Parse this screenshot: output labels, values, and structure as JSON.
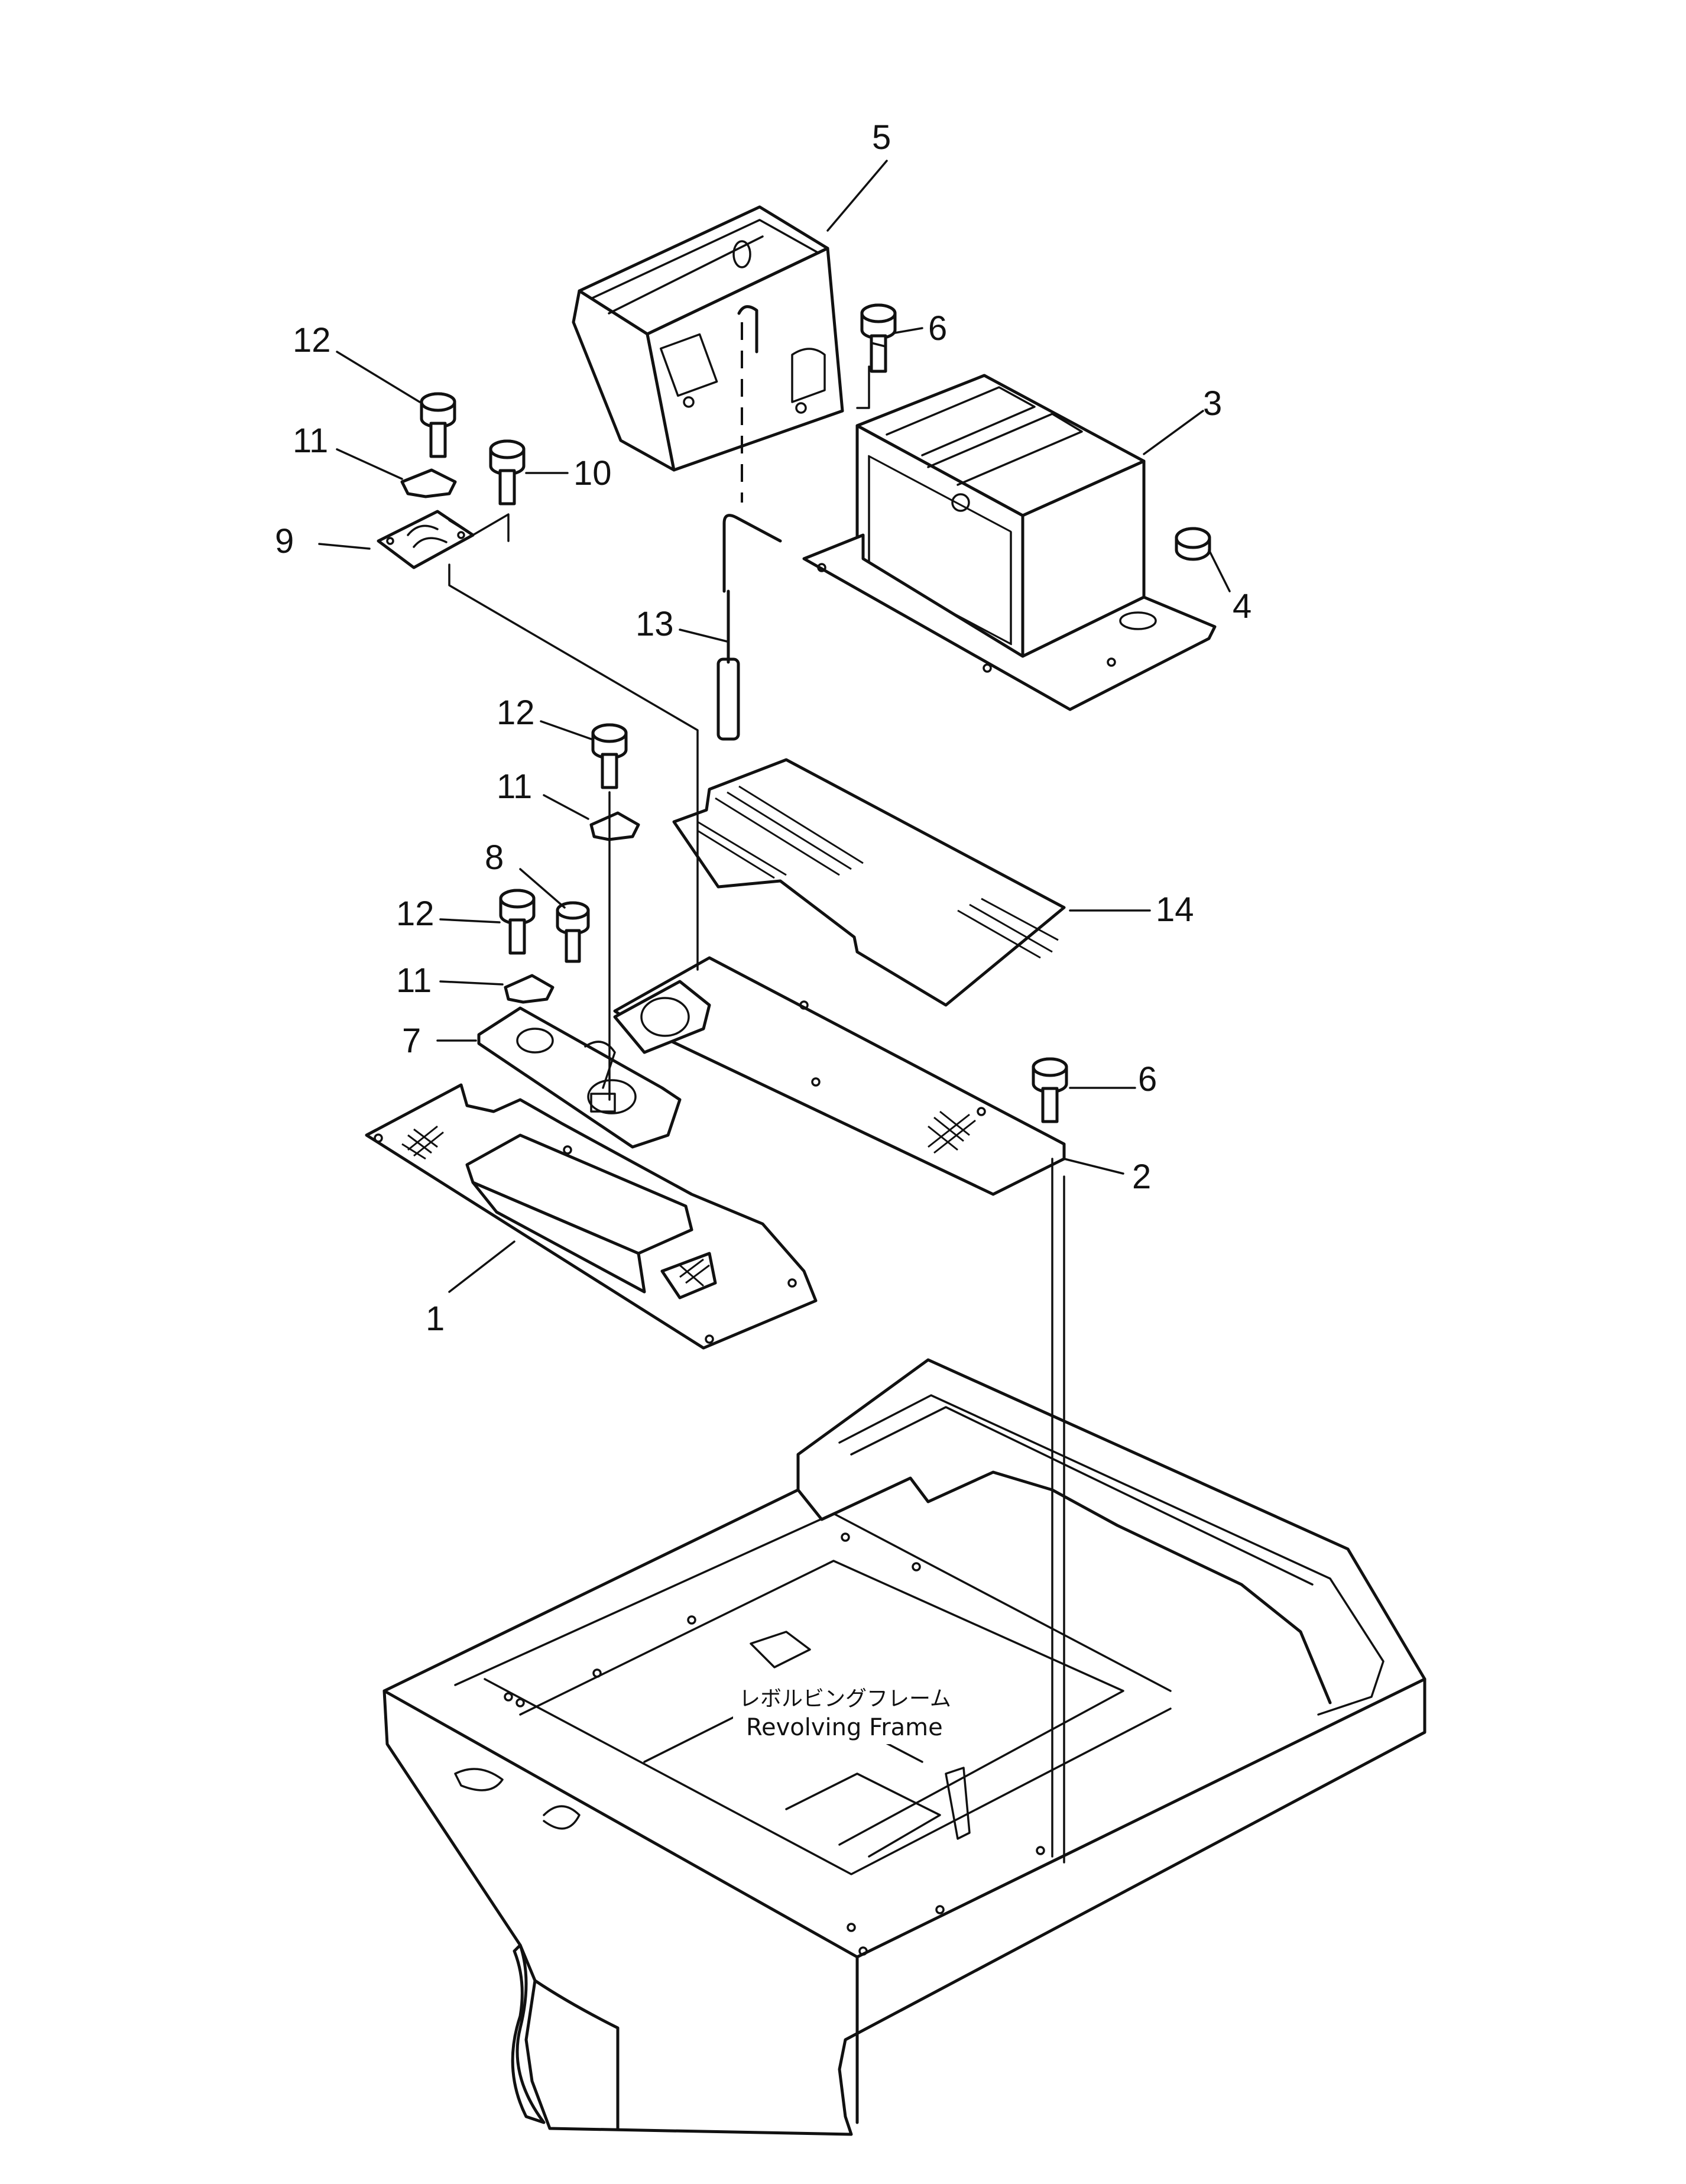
{
  "callouts": [
    {
      "id": "c5",
      "text": "5"
    },
    {
      "id": "c6a",
      "text": "6"
    },
    {
      "id": "c3",
      "text": "3"
    },
    {
      "id": "c4",
      "text": "4"
    },
    {
      "id": "c12a",
      "text": "12"
    },
    {
      "id": "c11a",
      "text": "11"
    },
    {
      "id": "c10",
      "text": "10"
    },
    {
      "id": "c9",
      "text": "9"
    },
    {
      "id": "c13",
      "text": "13"
    },
    {
      "id": "c12b",
      "text": "12"
    },
    {
      "id": "c11b",
      "text": "11"
    },
    {
      "id": "c8",
      "text": "8"
    },
    {
      "id": "c12c",
      "text": "12"
    },
    {
      "id": "c11c",
      "text": "11"
    },
    {
      "id": "c7",
      "text": "7"
    },
    {
      "id": "c14",
      "text": "14"
    },
    {
      "id": "c6b",
      "text": "6"
    },
    {
      "id": "c2",
      "text": "2"
    },
    {
      "id": "c1",
      "text": "1"
    }
  ],
  "frame_label": {
    "japanese": "レボルビングフレーム",
    "english": "Revolving Frame"
  }
}
